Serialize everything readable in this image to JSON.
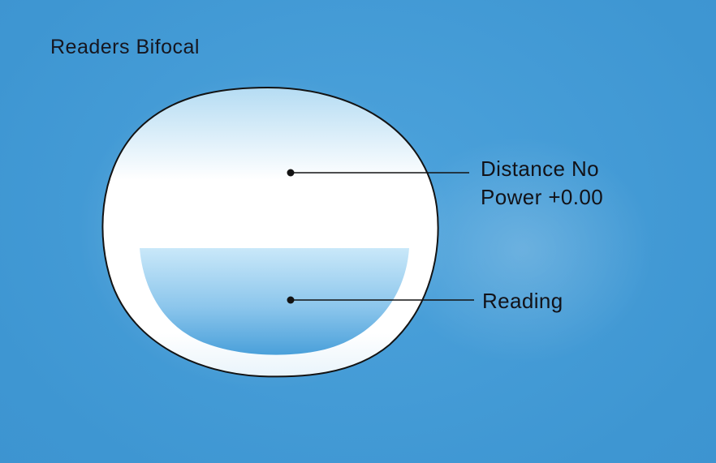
{
  "title": "Readers Bifocal",
  "labels": {
    "distance_line1": "Distance No",
    "distance_line2": "Power +0.00",
    "reading": "Reading"
  },
  "colors": {
    "background": "#3e96d2",
    "outline": "#131313",
    "text": "#16161f",
    "lens_top_tint": "#b5dcf3",
    "lens_body": "#ffffff",
    "lens_bottom_tint": "#e9f4fb",
    "segment_top": "#c9e8f9",
    "segment_mid": "#8cc6ec",
    "segment_bottom": "#4aa0da",
    "callout": "#131313"
  }
}
